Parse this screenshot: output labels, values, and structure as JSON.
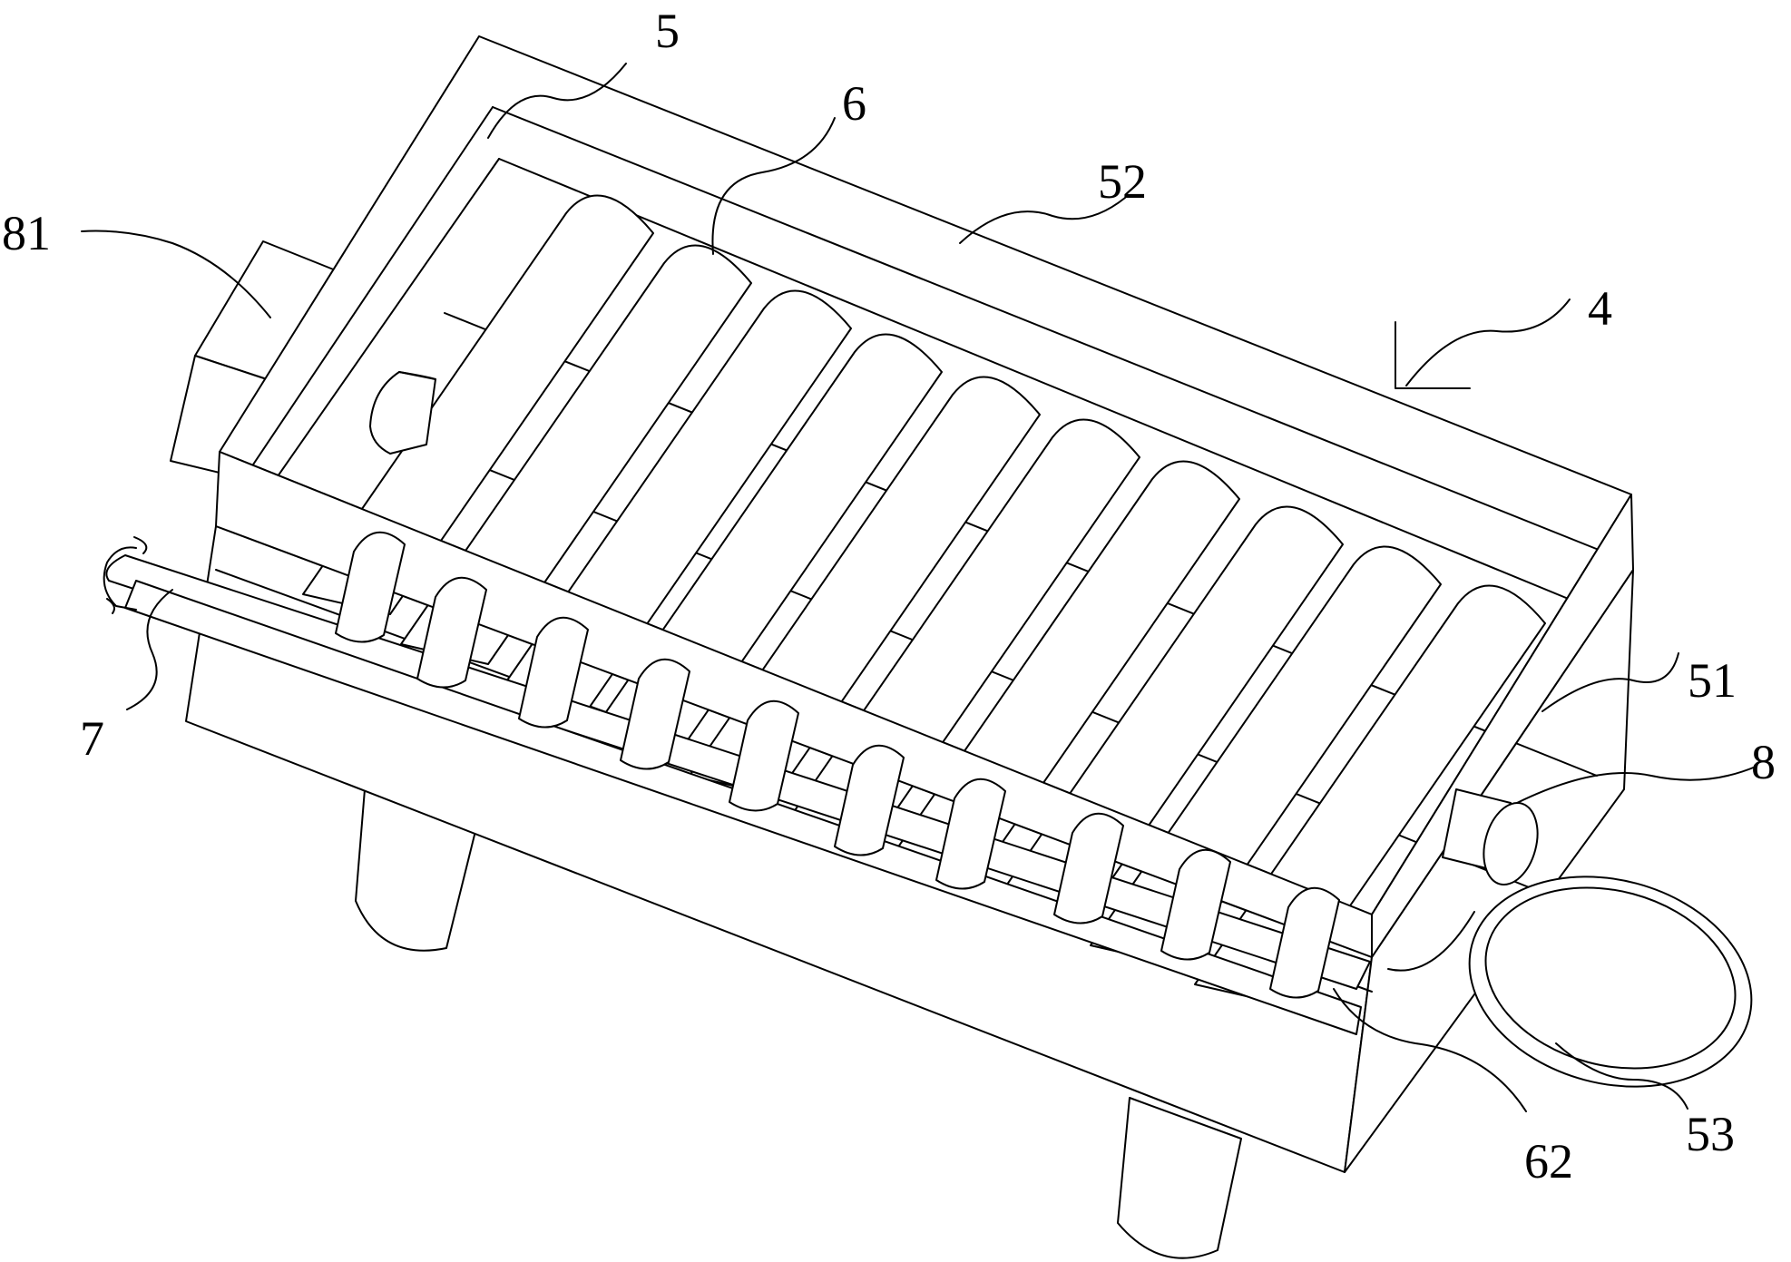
{
  "figure": {
    "labels": {
      "housing": "4",
      "box": "5",
      "roller": "6",
      "pipe": "7",
      "ring_pipe": "8",
      "side_wall": "51",
      "back_wall": "52",
      "ring": "53",
      "nozzle": "62",
      "motor": "81"
    }
  },
  "colors": {
    "line": "#000000",
    "background": "#ffffff"
  }
}
